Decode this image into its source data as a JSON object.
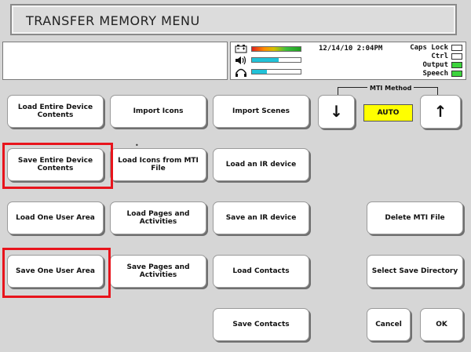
{
  "title": "TRANSFER MEMORY MENU",
  "status": {
    "datetime": "12/14/10 2:04PM",
    "keys": [
      {
        "label": "Caps Lock",
        "on": false
      },
      {
        "label": "Ctrl",
        "on": false
      },
      {
        "label": "Output",
        "on": true
      },
      {
        "label": "Speech",
        "on": true
      }
    ],
    "meters": {
      "battery_level": 1.0,
      "volume_level": 0.55,
      "headphone_level": 0.3
    },
    "icons": [
      "battery-icon",
      "speaker-icon",
      "headphones-icon"
    ]
  },
  "buttons": {
    "load_entire": "Load Entire Device Contents",
    "import_icons": "Import Icons",
    "import_scenes": "Import Scenes",
    "save_entire": "Save Entire Device Contents",
    "load_icons_mti": "Load Icons from MTI File",
    "load_ir": "Load an IR device",
    "load_one_user": "Load One User Area",
    "load_pages": "Load Pages and Activities",
    "save_ir": "Save an IR device",
    "delete_mti": "Delete MTI File",
    "save_one_user": "Save One User Area",
    "save_pages": "Save Pages and Activities",
    "load_contacts": "Load Contacts",
    "select_dir": "Select Save Directory",
    "save_contacts": "Save Contacts",
    "cancel": "Cancel",
    "ok": "OK"
  },
  "mti": {
    "label": "MTI Method",
    "value": "AUTO",
    "down_icon": "down-arrow-icon",
    "up_icon": "up-arrow-icon"
  },
  "colors": {
    "highlight": "#e8141c",
    "auto_bg": "#ffff00",
    "indicator_on": "#3dd43d"
  }
}
